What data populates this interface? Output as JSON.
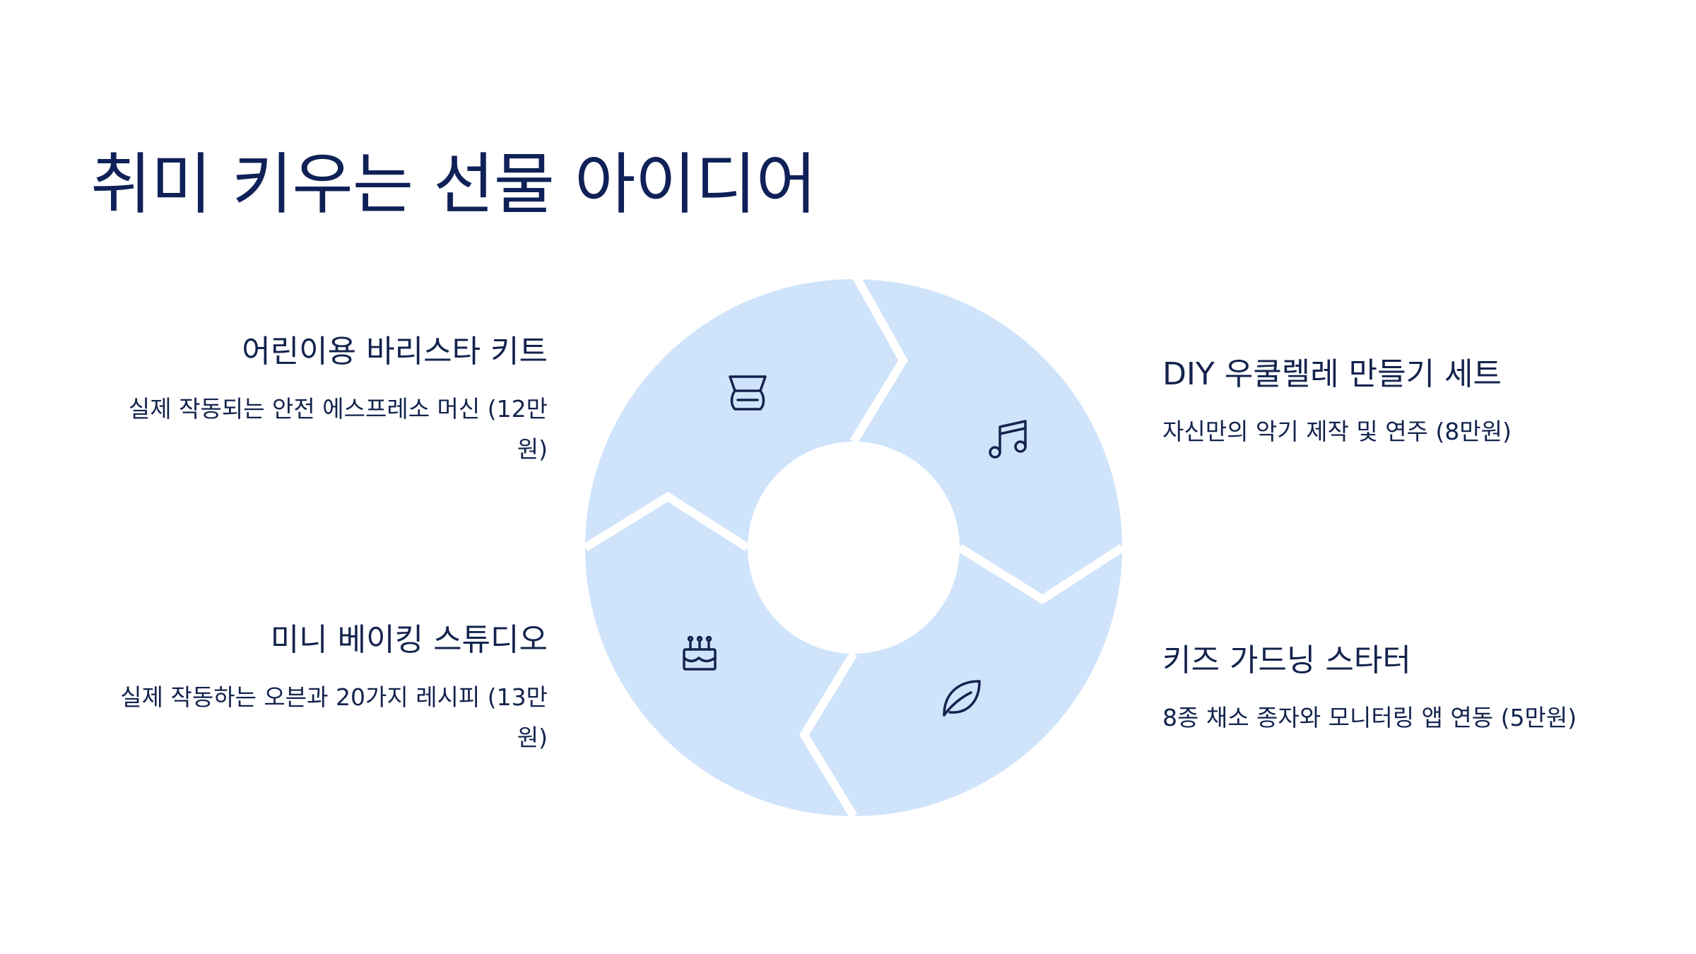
{
  "title": "취미 키우는 선물 아이디어",
  "colors": {
    "segment_fill": "#cfe4fb",
    "text": "#13234d",
    "title": "#0f2157",
    "background": "#ffffff"
  },
  "items": [
    {
      "id": "top-left",
      "icon": "coffee-pot-icon",
      "title": "어린이용 바리스타 키트",
      "description": "실제 작동되는 안전 에스프레소 머신 (12만원)"
    },
    {
      "id": "top-right",
      "icon": "music-note-icon",
      "title": "DIY 우쿨렐레 만들기 세트",
      "description": "자신만의 악기 제작 및 연주 (8만원)"
    },
    {
      "id": "bottom-right",
      "icon": "leaf-icon",
      "title": "키즈 가드닝 스타터",
      "description": "8종 채소 종자와 모니터링 앱 연동 (5만원)"
    },
    {
      "id": "bottom-left",
      "icon": "cake-icon",
      "title": "미니 베이킹 스튜디오",
      "description": "실제 작동하는 오븐과 20가지 레시피 (13만원)"
    }
  ]
}
